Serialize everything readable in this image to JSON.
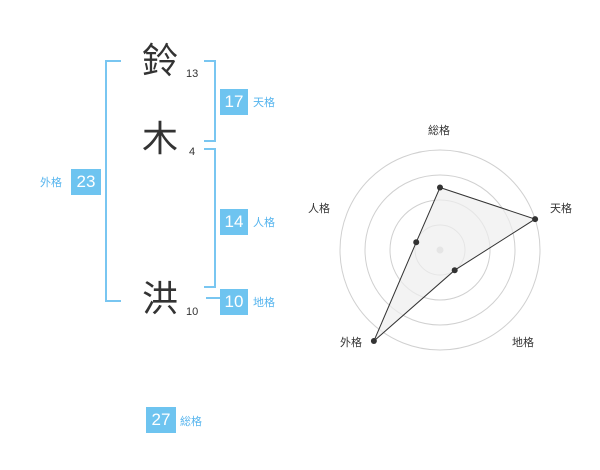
{
  "chart_data": {
    "type": "diagram",
    "characters": [
      {
        "char": "鈴",
        "strokes": "13"
      },
      {
        "char": "木",
        "strokes": "4"
      },
      {
        "char": "洪",
        "strokes": "10"
      }
    ],
    "kakusu": {
      "tenkaku": {
        "value": "17",
        "label": "天格"
      },
      "jinkaku": {
        "value": "14",
        "label": "人格"
      },
      "chikaku": {
        "value": "10",
        "label": "地格"
      },
      "gaikaku": {
        "value": "23",
        "label": "外格"
      },
      "soukaku": {
        "value": "27",
        "label": "総格"
      }
    },
    "radar": {
      "type": "radar",
      "axes": [
        "総格",
        "天格",
        "地格",
        "外格",
        "人格"
      ],
      "levels": 4,
      "max": 4,
      "values": [
        2.5,
        4,
        1,
        4.5,
        1
      ]
    }
  },
  "colors": {
    "accent": "#6ec4f0",
    "label": "#55b4ee",
    "text": "#333333",
    "ring": "#d0d0d0",
    "polygon_fill": "#eeeeee",
    "polygon_stroke": "#333333"
  }
}
